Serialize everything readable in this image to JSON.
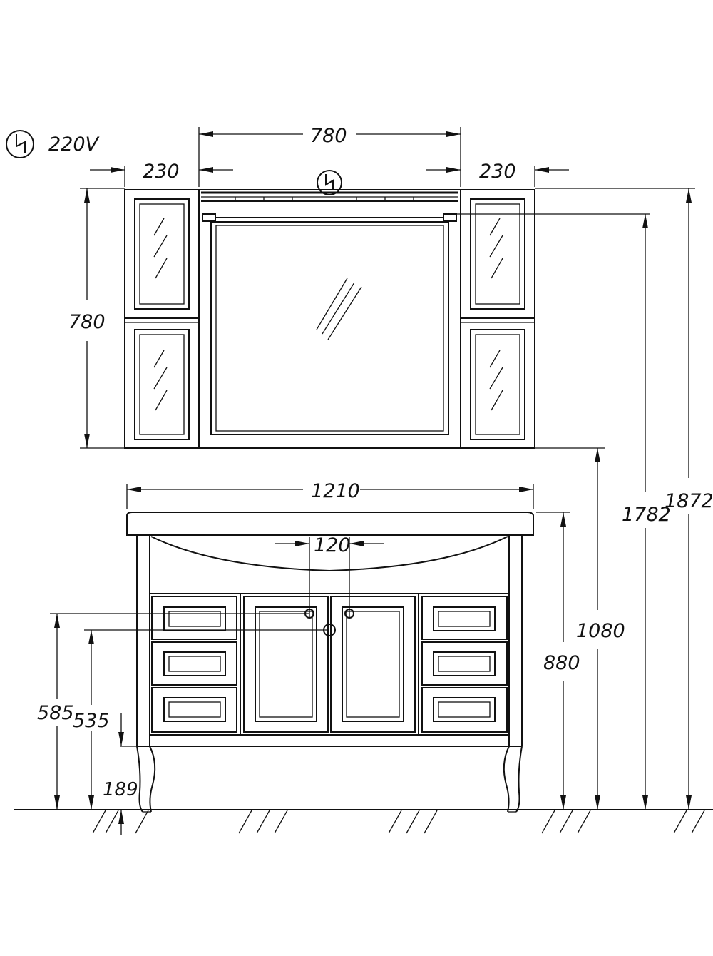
{
  "power": {
    "icon": "electric-bolt-icon",
    "voltage_label": "220V"
  },
  "dimensions": {
    "mirror_width": "780",
    "left_cabinet_width": "230",
    "right_cabinet_width": "230",
    "mirror_height": "780",
    "vanity_width": "1210",
    "faucet_spacing": "120",
    "counter_height": "880",
    "mirror_bottom_height": "1080",
    "light_height": "1782",
    "total_height": "1872",
    "left_connection_height": "585",
    "right_connection_height": "535",
    "drain_height": "189"
  },
  "colors": {
    "line": "#111111",
    "background": "#ffffff"
  }
}
